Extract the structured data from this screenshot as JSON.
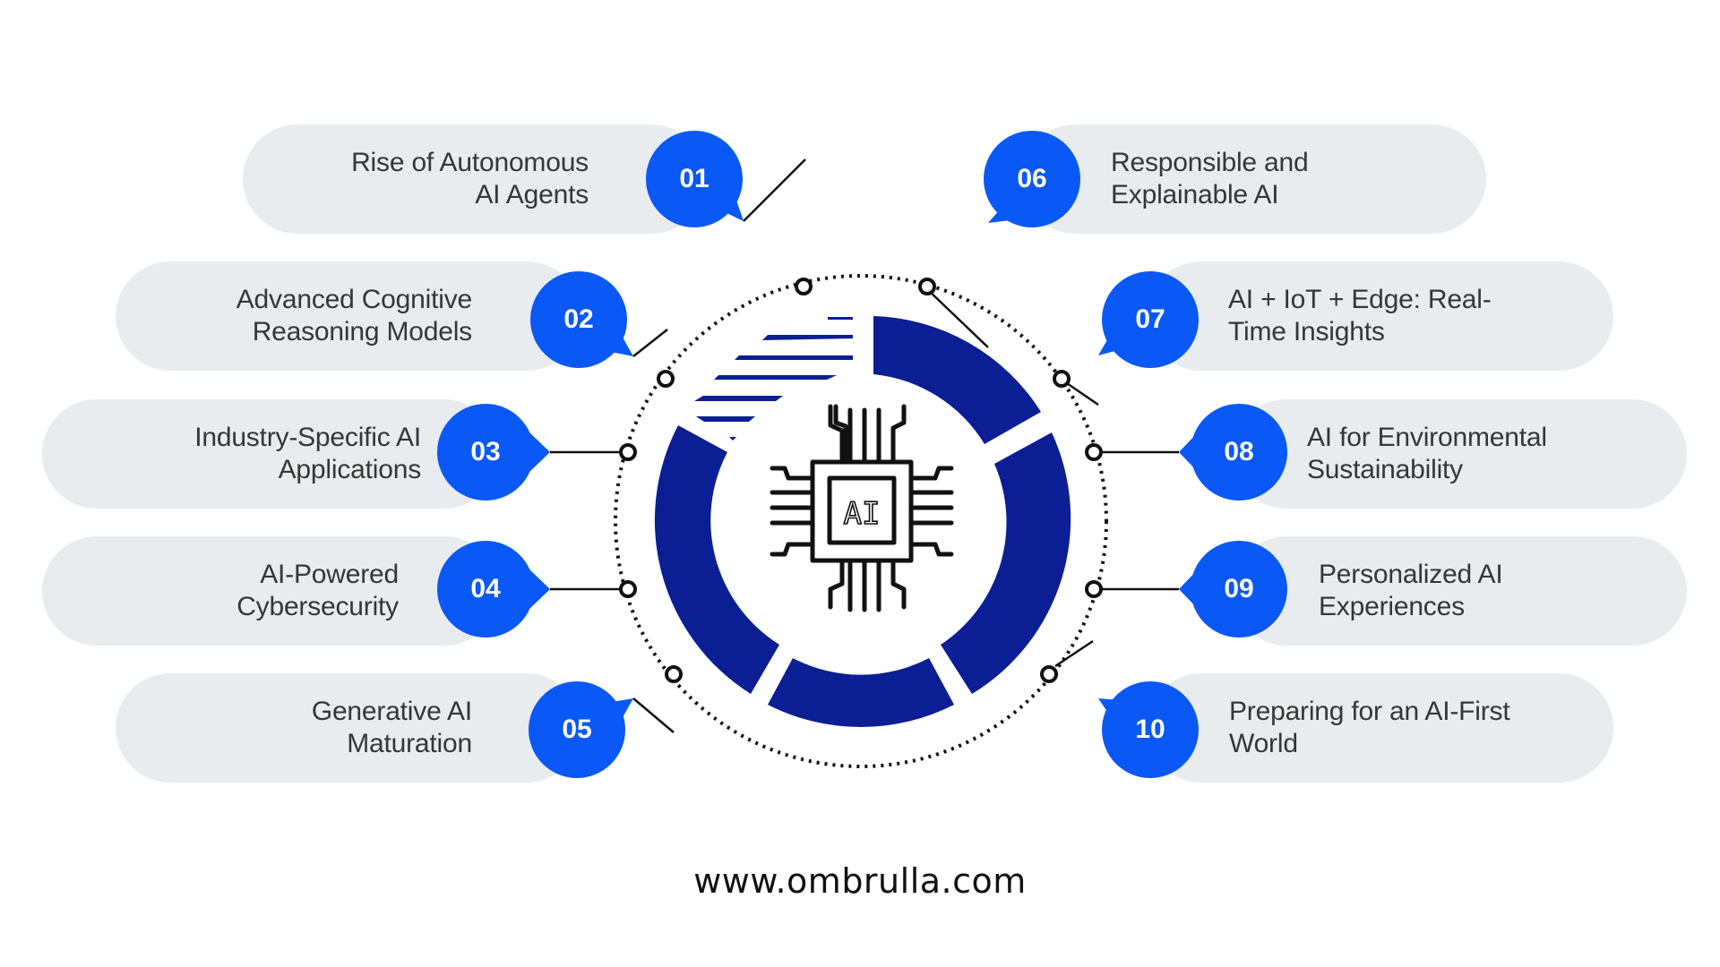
{
  "colors": {
    "pill_bg": "#e9ecee",
    "badge_blue": "#0a58f5",
    "donut_navy": "#0b1e93",
    "text": "#363636"
  },
  "center_icon": {
    "name": "ai-chip-icon",
    "label": "AI"
  },
  "items": [
    {
      "num": "01",
      "lines": [
        "Rise of Autonomous",
        "AI Agents"
      ]
    },
    {
      "num": "02",
      "lines": [
        "Advanced Cognitive",
        "Reasoning Models"
      ]
    },
    {
      "num": "03",
      "lines": [
        "Industry-Specific AI",
        "Applications"
      ]
    },
    {
      "num": "04",
      "lines": [
        "AI-Powered",
        "Cybersecurity"
      ]
    },
    {
      "num": "05",
      "lines": [
        "Generative AI",
        "Maturation"
      ]
    },
    {
      "num": "06",
      "lines": [
        "Responsible and",
        "Explainable AI"
      ]
    },
    {
      "num": "07",
      "lines": [
        "AI + IoT + Edge: Real-",
        "Time Insights"
      ]
    },
    {
      "num": "08",
      "lines": [
        "AI for Environmental",
        "Sustainability"
      ]
    },
    {
      "num": "09",
      "lines": [
        "Personalized AI",
        "Experiences"
      ]
    },
    {
      "num": "10",
      "lines": [
        "Preparing for an AI-First",
        "World"
      ]
    }
  ],
  "footer": {
    "url": "www.ombrulla.com"
  }
}
